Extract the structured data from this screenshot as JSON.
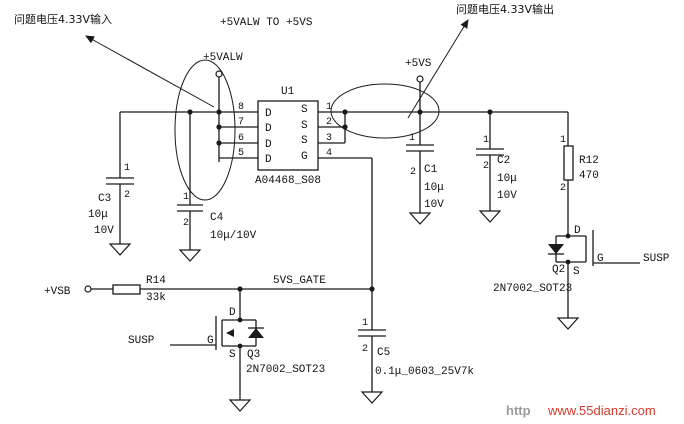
{
  "annotations": {
    "input_note": "问题电压4.33V输入",
    "output_note": "问题电压4.33V输出",
    "title": "+5VALW TO +5VS"
  },
  "nets": {
    "in_rail": "+5VALW",
    "out_rail": "+5VS",
    "vsb": "+VSB",
    "gate": "5VS_GATE",
    "susp_left": "SUSP",
    "susp_right": "SUSP"
  },
  "u1": {
    "ref": "U1",
    "part": "A04468_S08",
    "left_pins": [
      "8",
      "7",
      "6",
      "5"
    ],
    "left_labels": [
      "D",
      "D",
      "D",
      "D"
    ],
    "right_pins": [
      "1",
      "2",
      "3",
      "4"
    ],
    "right_labels": [
      "S",
      "S",
      "S",
      "G"
    ]
  },
  "c3": {
    "ref": "C3",
    "value": "10μ",
    "voltage": "10V",
    "pin1": "1",
    "pin2": "2"
  },
  "c4": {
    "ref": "C4",
    "value": "10μ/10V",
    "pin1": "1",
    "pin2": "2"
  },
  "c1": {
    "ref": "C1",
    "value": "10μ",
    "voltage": "10V",
    "pin1": "1",
    "pin2": "2"
  },
  "c2": {
    "ref": "C2",
    "value": "10μ",
    "voltage": "10V",
    "pin1": "1",
    "pin2": "2"
  },
  "c5": {
    "ref": "C5",
    "value": "0.1μ_0603_25V7k",
    "pin1": "1",
    "pin2": "2"
  },
  "r12": {
    "ref": "R12",
    "value": "470",
    "pin1": "2",
    "pin2": "1"
  },
  "r14": {
    "ref": "R14",
    "value": "33k"
  },
  "q2": {
    "ref": "Q2",
    "part": "2N7002_SOT23",
    "d": "D",
    "g": "G",
    "s": "S"
  },
  "q3": {
    "ref": "Q3",
    "part": "2N7002_SOT23",
    "d": "D",
    "g": "G",
    "s": "S"
  },
  "watermark": {
    "prefix": "http",
    "site": "www.55dianzi.com"
  }
}
